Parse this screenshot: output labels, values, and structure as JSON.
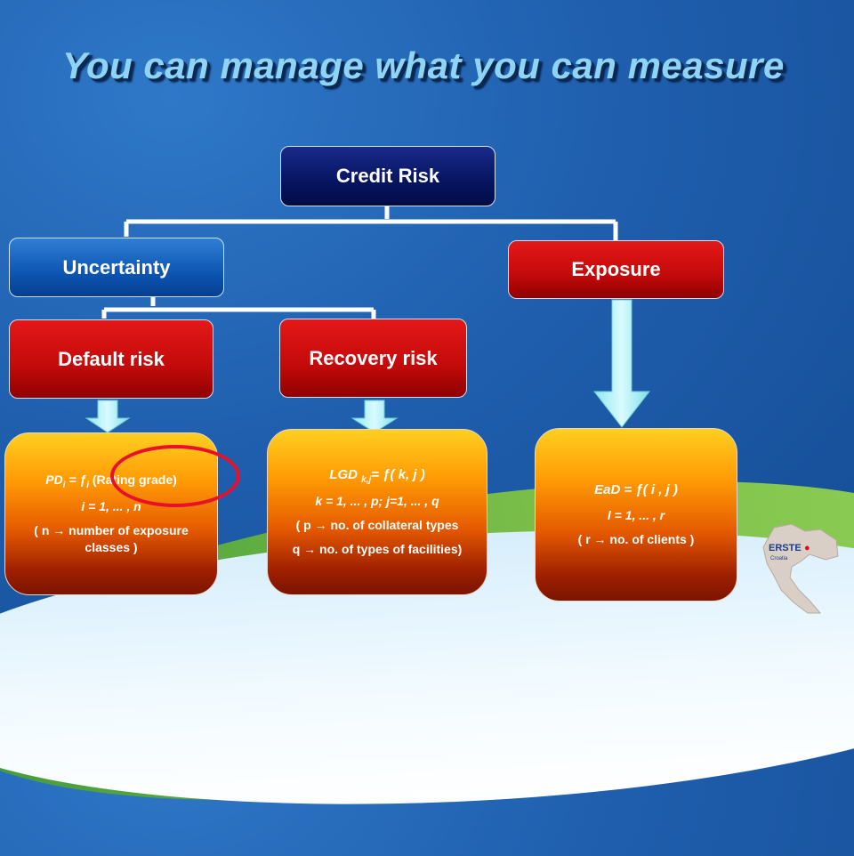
{
  "title": "You can manage what you can measure",
  "nodes": {
    "credit_risk": "Credit Risk",
    "uncertainty": "Uncertainty",
    "exposure": "Exposure",
    "default_risk": "Default risk",
    "recovery_risk": "Recovery risk"
  },
  "formulas": {
    "pd": {
      "line1": "PD",
      "line1_sub": "i",
      "line1_eq": " = ƒ",
      "line1_sub2": "i",
      "line1_rest": "  (Rating grade)",
      "line2": "i = 1, ... , n",
      "line3": "( n → number of exposure classes  )"
    },
    "lgd": {
      "line1": "LGD ",
      "line1_sub": "k,j",
      "line1_rest": "= ƒ( k, j  )",
      "line2": "k = 1, ... , p;  j=1, ... , q",
      "line3": "( p → no. of collateral types",
      "line4": "q → no. of types of facilities)"
    },
    "ead": {
      "line1": "EaD = ƒ( i , j  )",
      "line2": "l = 1, ... , r",
      "line3": "( r → no. of clients )"
    }
  },
  "logo": {
    "brand": "ERSTE",
    "sub": "Croatia",
    "accent_color": "#e30613"
  }
}
